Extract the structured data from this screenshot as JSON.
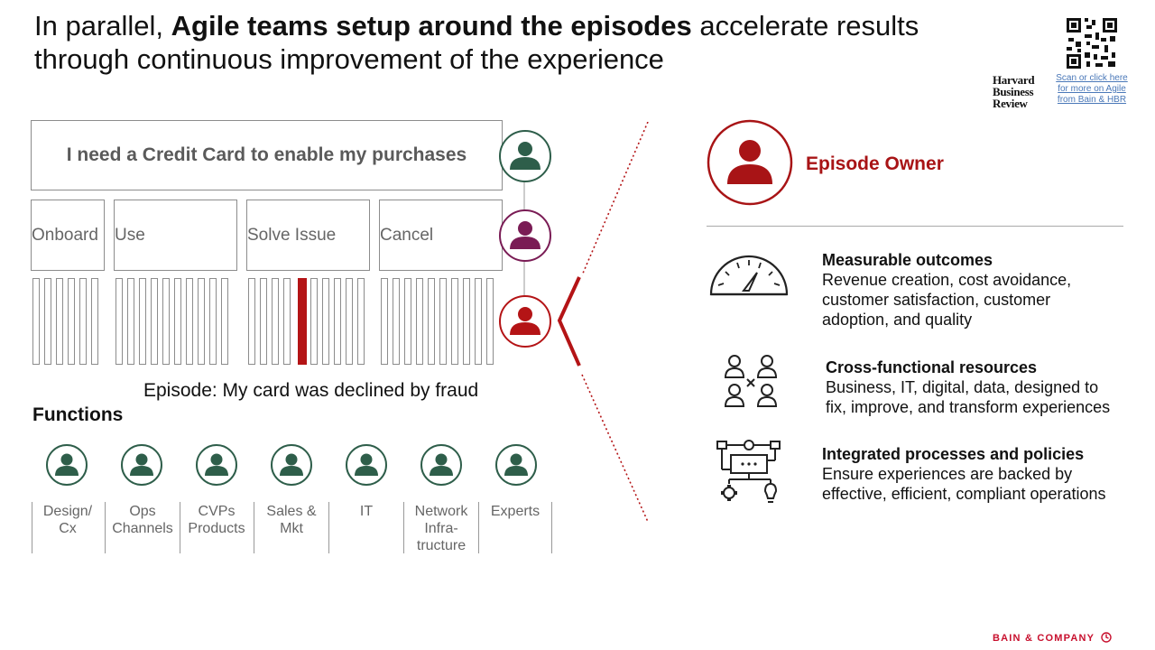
{
  "header": {
    "title_part1": "In parallel, ",
    "title_bold": "Agile teams setup around the episodes",
    "title_part2": " accelerate results through continuous improvement of the experience"
  },
  "hbr": {
    "logo_line1": "Harvard",
    "logo_line2": "Business",
    "logo_line3": "Review",
    "link_line1": "Scan or click here",
    "link_line2": "for more on Agile",
    "link_line3": "from Bain & HBR"
  },
  "journey": {
    "need": "I need a Credit Card to enable my purchases",
    "stages": [
      "Onboard",
      "Use",
      "Solve Issue",
      "Cancel"
    ],
    "episode_caption": "Episode: My card was declined by fraud"
  },
  "functions": {
    "title": "Functions",
    "items": [
      {
        "line1": "Design/",
        "line2": "Cx",
        "line3": ""
      },
      {
        "line1": "Ops",
        "line2": "Channels",
        "line3": ""
      },
      {
        "line1": "CVPs",
        "line2": "Products",
        "line3": ""
      },
      {
        "line1": "Sales &",
        "line2": "Mkt",
        "line3": ""
      },
      {
        "line1": "IT",
        "line2": "",
        "line3": ""
      },
      {
        "line1": "Network",
        "line2": "Infra-",
        "line3": "tructure"
      },
      {
        "line1": "Experts",
        "line2": "",
        "line3": ""
      }
    ]
  },
  "owner": {
    "label": "Episode Owner"
  },
  "features": [
    {
      "icon": "gauge-icon",
      "title": "Measurable outcomes",
      "lines": [
        "Revenue creation, cost avoidance,",
        "customer satisfaction, customer",
        "adoption, and quality"
      ]
    },
    {
      "icon": "team-icon",
      "title": "Cross-functional resources",
      "lines": [
        "Business, IT, digital, data, designed to",
        "fix, improve, and transform experiences",
        ""
      ]
    },
    {
      "icon": "process-icon",
      "title": "Integrated processes and policies",
      "lines": [
        "Ensure experiences are backed by",
        "effective, efficient, compliant operations",
        ""
      ]
    }
  ],
  "footer": {
    "brand": "BAIN & COMPANY"
  },
  "colors": {
    "green": "#2e5e4a",
    "purple": "#7a1c55",
    "red": "#b41416",
    "owner_red": "#a81416"
  }
}
